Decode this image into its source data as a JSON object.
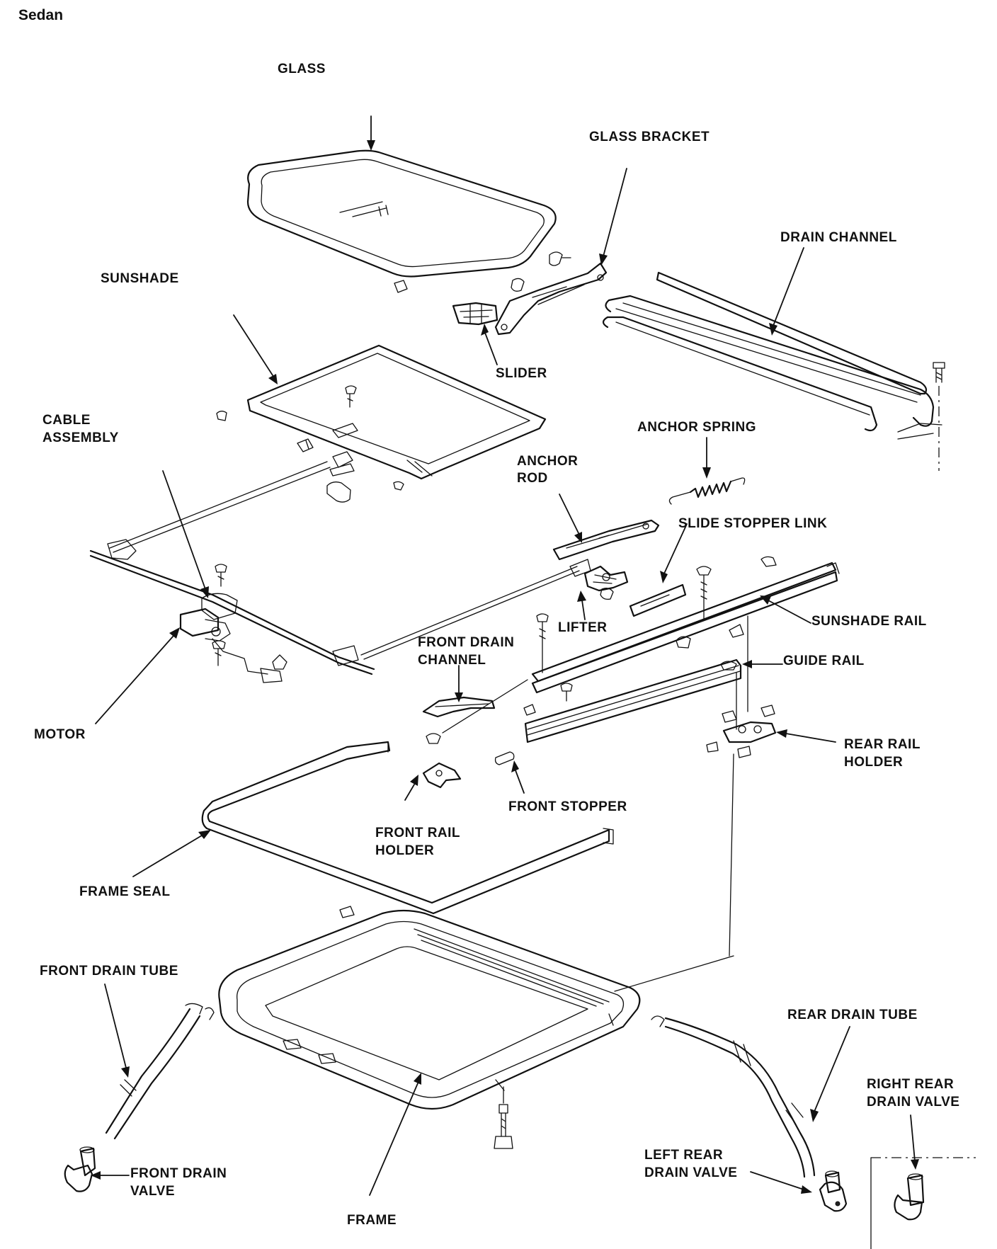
{
  "diagram": {
    "title": "Sedan",
    "labels": {
      "glass": "GLASS",
      "glass_bracket": "GLASS BRACKET",
      "drain_channel": "DRAIN CHANNEL",
      "sunshade": "SUNSHADE",
      "slider": "SLIDER",
      "cable_assembly_1": "CABLE",
      "cable_assembly_2": "ASSEMBLY",
      "anchor_spring": "ANCHOR SPRING",
      "anchor_rod_1": "ANCHOR",
      "anchor_rod_2": "ROD",
      "slide_stopper_link": "SLIDE STOPPER LINK",
      "lifter": "LIFTER",
      "sunshade_rail": "SUNSHADE RAIL",
      "front_drain_channel_1": "FRONT DRAIN",
      "front_drain_channel_2": "CHANNEL",
      "guide_rail": "GUIDE RAIL",
      "motor": "MOTOR",
      "rear_rail_holder_1": "REAR RAIL",
      "rear_rail_holder_2": "HOLDER",
      "front_stopper": "FRONT STOPPER",
      "front_rail_holder_1": "FRONT RAIL",
      "front_rail_holder_2": "HOLDER",
      "frame_seal": "FRAME SEAL",
      "front_drain_tube": "FRONT DRAIN TUBE",
      "rear_drain_tube": "REAR DRAIN TUBE",
      "right_rear_drain_valve_1": "RIGHT REAR",
      "right_rear_drain_valve_2": "DRAIN VALVE",
      "left_rear_drain_valve_1": "LEFT REAR",
      "left_rear_drain_valve_2": "DRAIN VALVE",
      "front_drain_valve_1": "FRONT DRAIN",
      "front_drain_valve_2": "VALVE",
      "frame": "FRAME"
    }
  }
}
